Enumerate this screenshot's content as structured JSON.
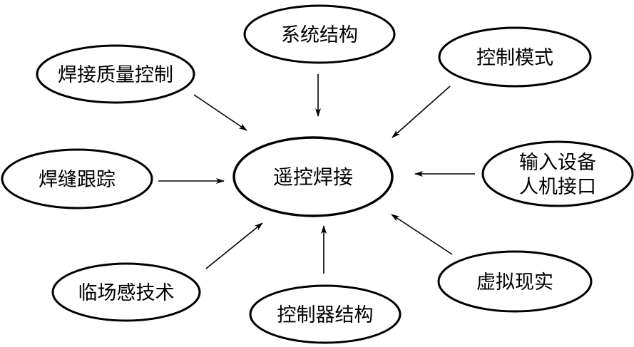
{
  "diagram": {
    "center": {
      "label": "遥控焊接"
    },
    "nodes": [
      {
        "id": "system-structure",
        "lines": [
          "系统结构"
        ]
      },
      {
        "id": "weld-quality-control",
        "lines": [
          "焊接质量控制"
        ]
      },
      {
        "id": "control-mode",
        "lines": [
          "控制模式"
        ]
      },
      {
        "id": "seam-tracking",
        "lines": [
          "焊缝跟踪"
        ]
      },
      {
        "id": "input-device-hmi",
        "lines": [
          "输入设备",
          "人机接口"
        ]
      },
      {
        "id": "telepresence",
        "lines": [
          "临场感技术"
        ]
      },
      {
        "id": "controller-structure",
        "lines": [
          "控制器结构"
        ]
      },
      {
        "id": "virtual-reality",
        "lines": [
          "虚拟现实"
        ]
      }
    ],
    "edges": [
      {
        "from": "system-structure",
        "to": "center"
      },
      {
        "from": "weld-quality-control",
        "to": "center"
      },
      {
        "from": "control-mode",
        "to": "center"
      },
      {
        "from": "seam-tracking",
        "to": "center"
      },
      {
        "from": "input-device-hmi",
        "to": "center"
      },
      {
        "from": "telepresence",
        "to": "center"
      },
      {
        "from": "controller-structure",
        "to": "center"
      },
      {
        "from": "virtual-reality",
        "to": "center"
      }
    ],
    "colors": {
      "stroke": "#000000",
      "fill": "#ffffff",
      "text": "#000000"
    }
  }
}
